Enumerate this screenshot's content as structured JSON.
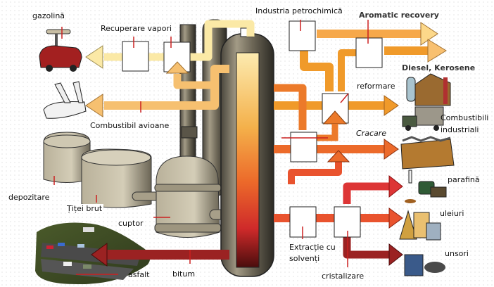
{
  "diagram": {
    "title": "Oil refinery process",
    "labels": {
      "gasoline": "gazolină",
      "vapor_recovery": "Recuperare vapori",
      "petrochemical_industry": "Industria petrochimică",
      "aromatic_recovery": "Aromatic recovery",
      "diesel_kerosene": "Diesel, Kerosene",
      "reforming": "reformare",
      "jet_fuel": "Combustibil avioane",
      "cracking": "Cracare",
      "industrial_fuels_line1": "Combustibili",
      "industrial_fuels_line2": "industriali",
      "storage": "depozitare",
      "crude_oil": "Țiței brut",
      "paraffin": "parafină",
      "furnace": "cuptor",
      "oils": "uleiuri",
      "solvent_extraction_line1": "Extracție cu",
      "solvent_extraction_line2": "solvenți",
      "greases": "unsori",
      "asphalt": "asfalt",
      "bitumen": "bitum",
      "crystallization": "cristalizare"
    },
    "colors": {
      "light_yellow": "#fbe9a6",
      "light_orange": "#f6c070",
      "orange": "#f09a2a",
      "dark_orange": "#ec7a2a",
      "red_orange": "#e9532e",
      "red": "#dd3535",
      "dark_red": "#9b2222",
      "tower_gray": "#6f6a5c",
      "marker_red": "#cc2020"
    }
  }
}
